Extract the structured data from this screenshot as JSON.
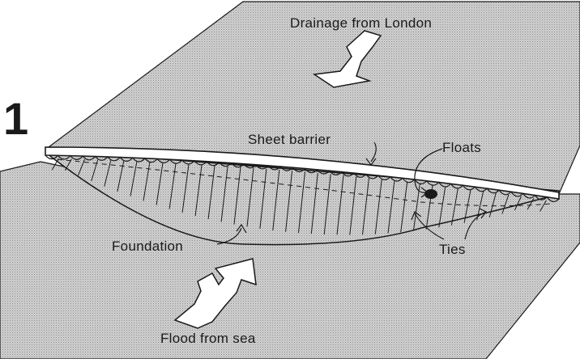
{
  "figure_number": "1",
  "labels": {
    "drainage": "Drainage from London",
    "sheet_barrier": "Sheet barrier",
    "floats": "Floats",
    "foundation": "Foundation",
    "ties": "Ties",
    "flood": "Flood from sea"
  },
  "colors": {
    "water": "#c8c8c8",
    "ink": "#1a1a1a",
    "background": "#ffffff"
  }
}
